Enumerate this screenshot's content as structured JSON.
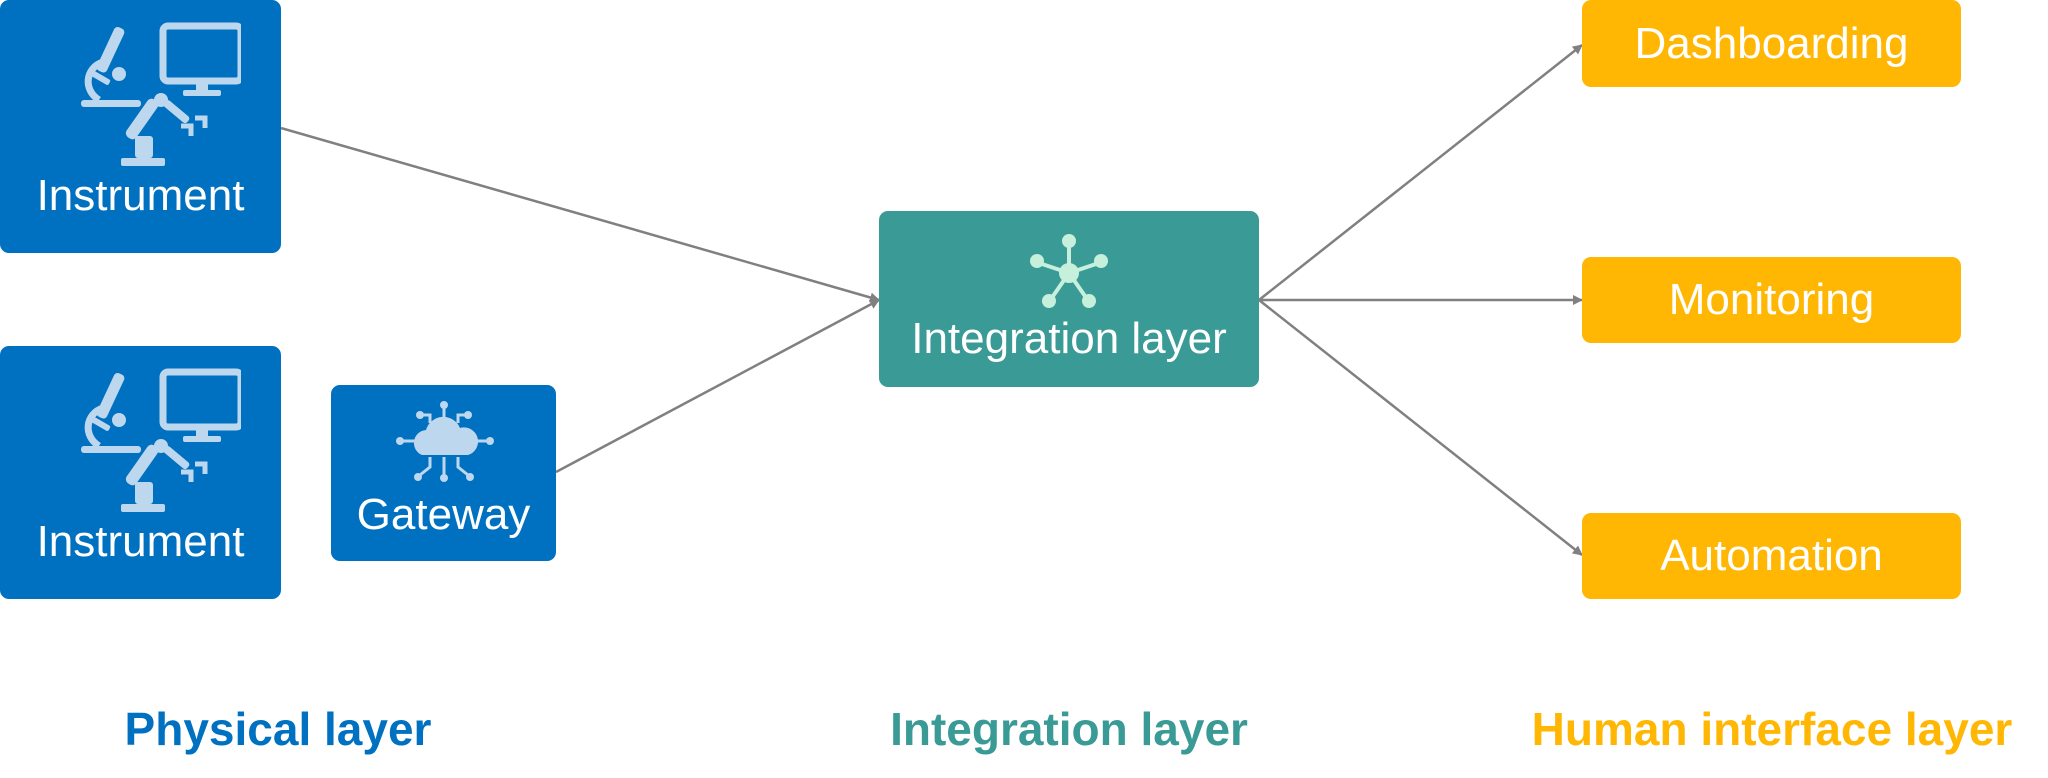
{
  "nodes": {
    "instrument_top": {
      "label": "Instrument",
      "icon": "lab-instruments-icon"
    },
    "instrument_bottom": {
      "label": "Instrument",
      "icon": "lab-instruments-icon"
    },
    "gateway": {
      "label": "Gateway",
      "icon": "cloud-network-icon"
    },
    "integration": {
      "label": "Integration layer",
      "icon": "network-hub-icon"
    },
    "dashboarding": {
      "label": "Dashboarding"
    },
    "monitoring": {
      "label": "Monitoring"
    },
    "automation": {
      "label": "Automation"
    }
  },
  "edges": [
    {
      "from": "instrument_top",
      "to": "integration",
      "arrow": true
    },
    {
      "from": "gateway",
      "to": "integration",
      "arrow": true
    },
    {
      "from": "integration",
      "to": "dashboarding",
      "arrow": true
    },
    {
      "from": "integration",
      "to": "monitoring",
      "arrow": true
    },
    {
      "from": "integration",
      "to": "automation",
      "arrow": true
    }
  ],
  "layers": {
    "physical": {
      "title": "Physical layer",
      "color": "#0070c0"
    },
    "integration": {
      "title": "Integration layer",
      "color": "#3a9a96"
    },
    "human": {
      "title": "Human interface layer",
      "color": "#ffb703"
    }
  },
  "colors": {
    "physical_box": "#0070c0",
    "integration_box": "#3a9a96",
    "human_box": "#ffb703",
    "connector": "#808080",
    "icon_light_blue": "#bdd7ee",
    "icon_mint": "#c6f0dc"
  }
}
